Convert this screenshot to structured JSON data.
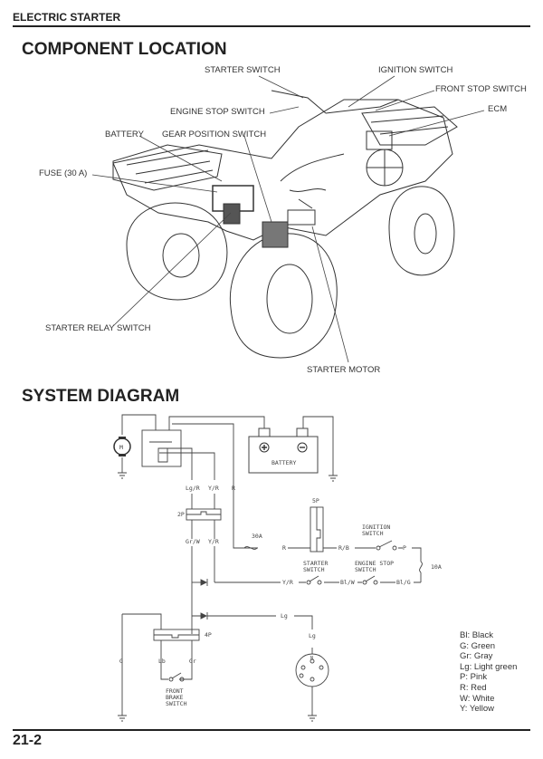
{
  "header": {
    "section": "ELECTRIC STARTER"
  },
  "component_location": {
    "title": "COMPONENT LOCATION",
    "labels": {
      "starter_switch": "STARTER SWITCH",
      "ignition_switch": "IGNITION SWITCH",
      "front_stop_switch": "FRONT STOP SWITCH",
      "ecm": "ECM",
      "engine_stop_switch": "ENGINE STOP SWITCH",
      "battery": "BATTERY",
      "gear_position_switch": "GEAR POSITION SWITCH",
      "fuse": "FUSE (30 A)",
      "starter_relay_switch": "STARTER RELAY SWITCH",
      "starter_motor": "STARTER MOTOR"
    }
  },
  "system_diagram": {
    "title": "SYSTEM DIAGRAM",
    "motor_symbol": "M",
    "battery_label": "BATTERY",
    "wires": {
      "lg_r": "Lg/R",
      "y_r": "Y/R",
      "r": "R",
      "gr_w": "Gr/W",
      "y_r2": "Y/R",
      "r2": "R",
      "r_b": "R/B",
      "p": "P",
      "y_r3": "Y/R",
      "bl_w": "Bl/W",
      "bl_g": "Bl/G",
      "lg": "Lg",
      "lg2": "Lg",
      "g": "G",
      "lb": "Lb",
      "gr": "Gr"
    },
    "connectors": {
      "c2p": "2P",
      "c5p": "5P",
      "c4p": "4P"
    },
    "fuses": {
      "main": "30A",
      "sub": "10A"
    },
    "switches": {
      "ignition": [
        "IGNITION",
        "SWITCH"
      ],
      "starter": [
        "STARTER",
        "SWITCH"
      ],
      "engine_stop": [
        "ENGINE STOP",
        "SWITCH"
      ],
      "front_brake": [
        "FRONT",
        "BRAKE",
        "SWITCH"
      ]
    },
    "gear_position_marker": "N"
  },
  "legend": [
    "Bl: Black",
    "G: Green",
    "Gr: Gray",
    "Lg: Light green",
    "P: Pink",
    "R: Red",
    "W: White",
    "Y: Yellow"
  ],
  "footer": {
    "page_number": "21-2"
  }
}
